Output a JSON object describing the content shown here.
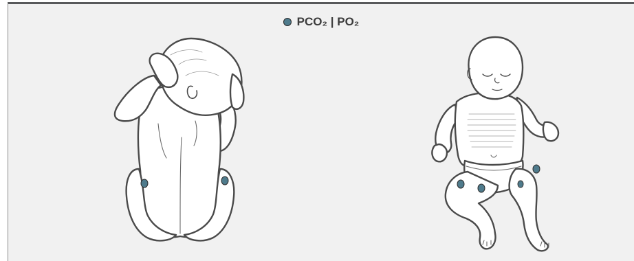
{
  "legend": {
    "label": "PCO₂ | PO₂",
    "marker_color": "#4f7b8c"
  },
  "colors": {
    "panel_background": "#f1f1f1",
    "outline": "#4a4a4a",
    "sensor": "#4f7b8c"
  },
  "figures": [
    {
      "name": "infant-back-view",
      "sensor_count": 2
    },
    {
      "name": "infant-front-view",
      "sensor_count": 4
    }
  ]
}
